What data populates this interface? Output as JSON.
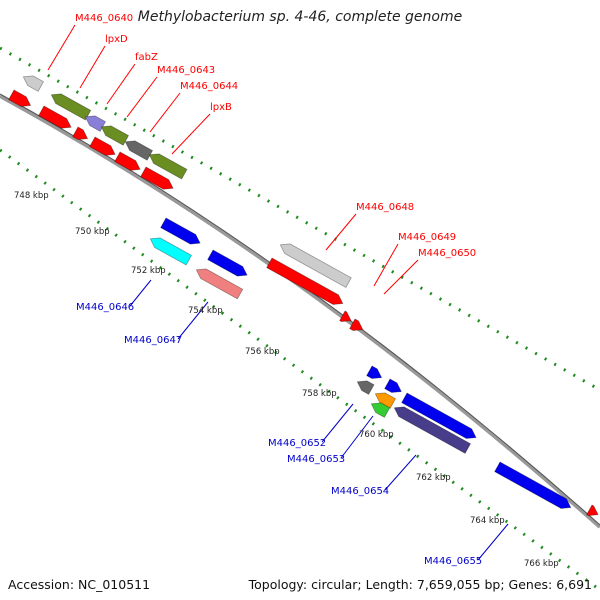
{
  "title": "Methylobacterium sp. 4-46, complete genome",
  "footer": {
    "accession": "Accession: NC_010511",
    "topology": "Topology: circular; Length: 7,659,055 bp; Genes: 6,691"
  },
  "colors": {
    "red": "#ff0000",
    "olive": "#6b8e23",
    "lavender": "#8a7fd8",
    "gray": "#666666",
    "lightgray": "#cccccc",
    "blue": "#0000ee",
    "cyan": "#00ffff",
    "pink": "#f08080",
    "orange": "#ff9900",
    "green": "#33cc33",
    "slateblue": "#483d8b",
    "label_red": "#ff0000",
    "label_blue": "#0000cc",
    "backbone": "#999999",
    "dots": "#228b22"
  },
  "ticks": [
    "748 kbp",
    "750 kbp",
    "752 kbp",
    "754 kbp",
    "756 kbp",
    "758 kbp",
    "760 kbp",
    "762 kbp",
    "764 kbp",
    "766 kbp"
  ],
  "labels_top": [
    "M446_0640",
    "lpxD",
    "fabZ",
    "M446_0643",
    "M446_0644",
    "lpxB",
    "M446_0648",
    "M446_0649",
    "M446_0650"
  ],
  "labels_bottom": [
    "M446_0646",
    "M446_0647",
    "M446_0652",
    "M446_0653",
    "M446_0654",
    "M446_0655"
  ]
}
